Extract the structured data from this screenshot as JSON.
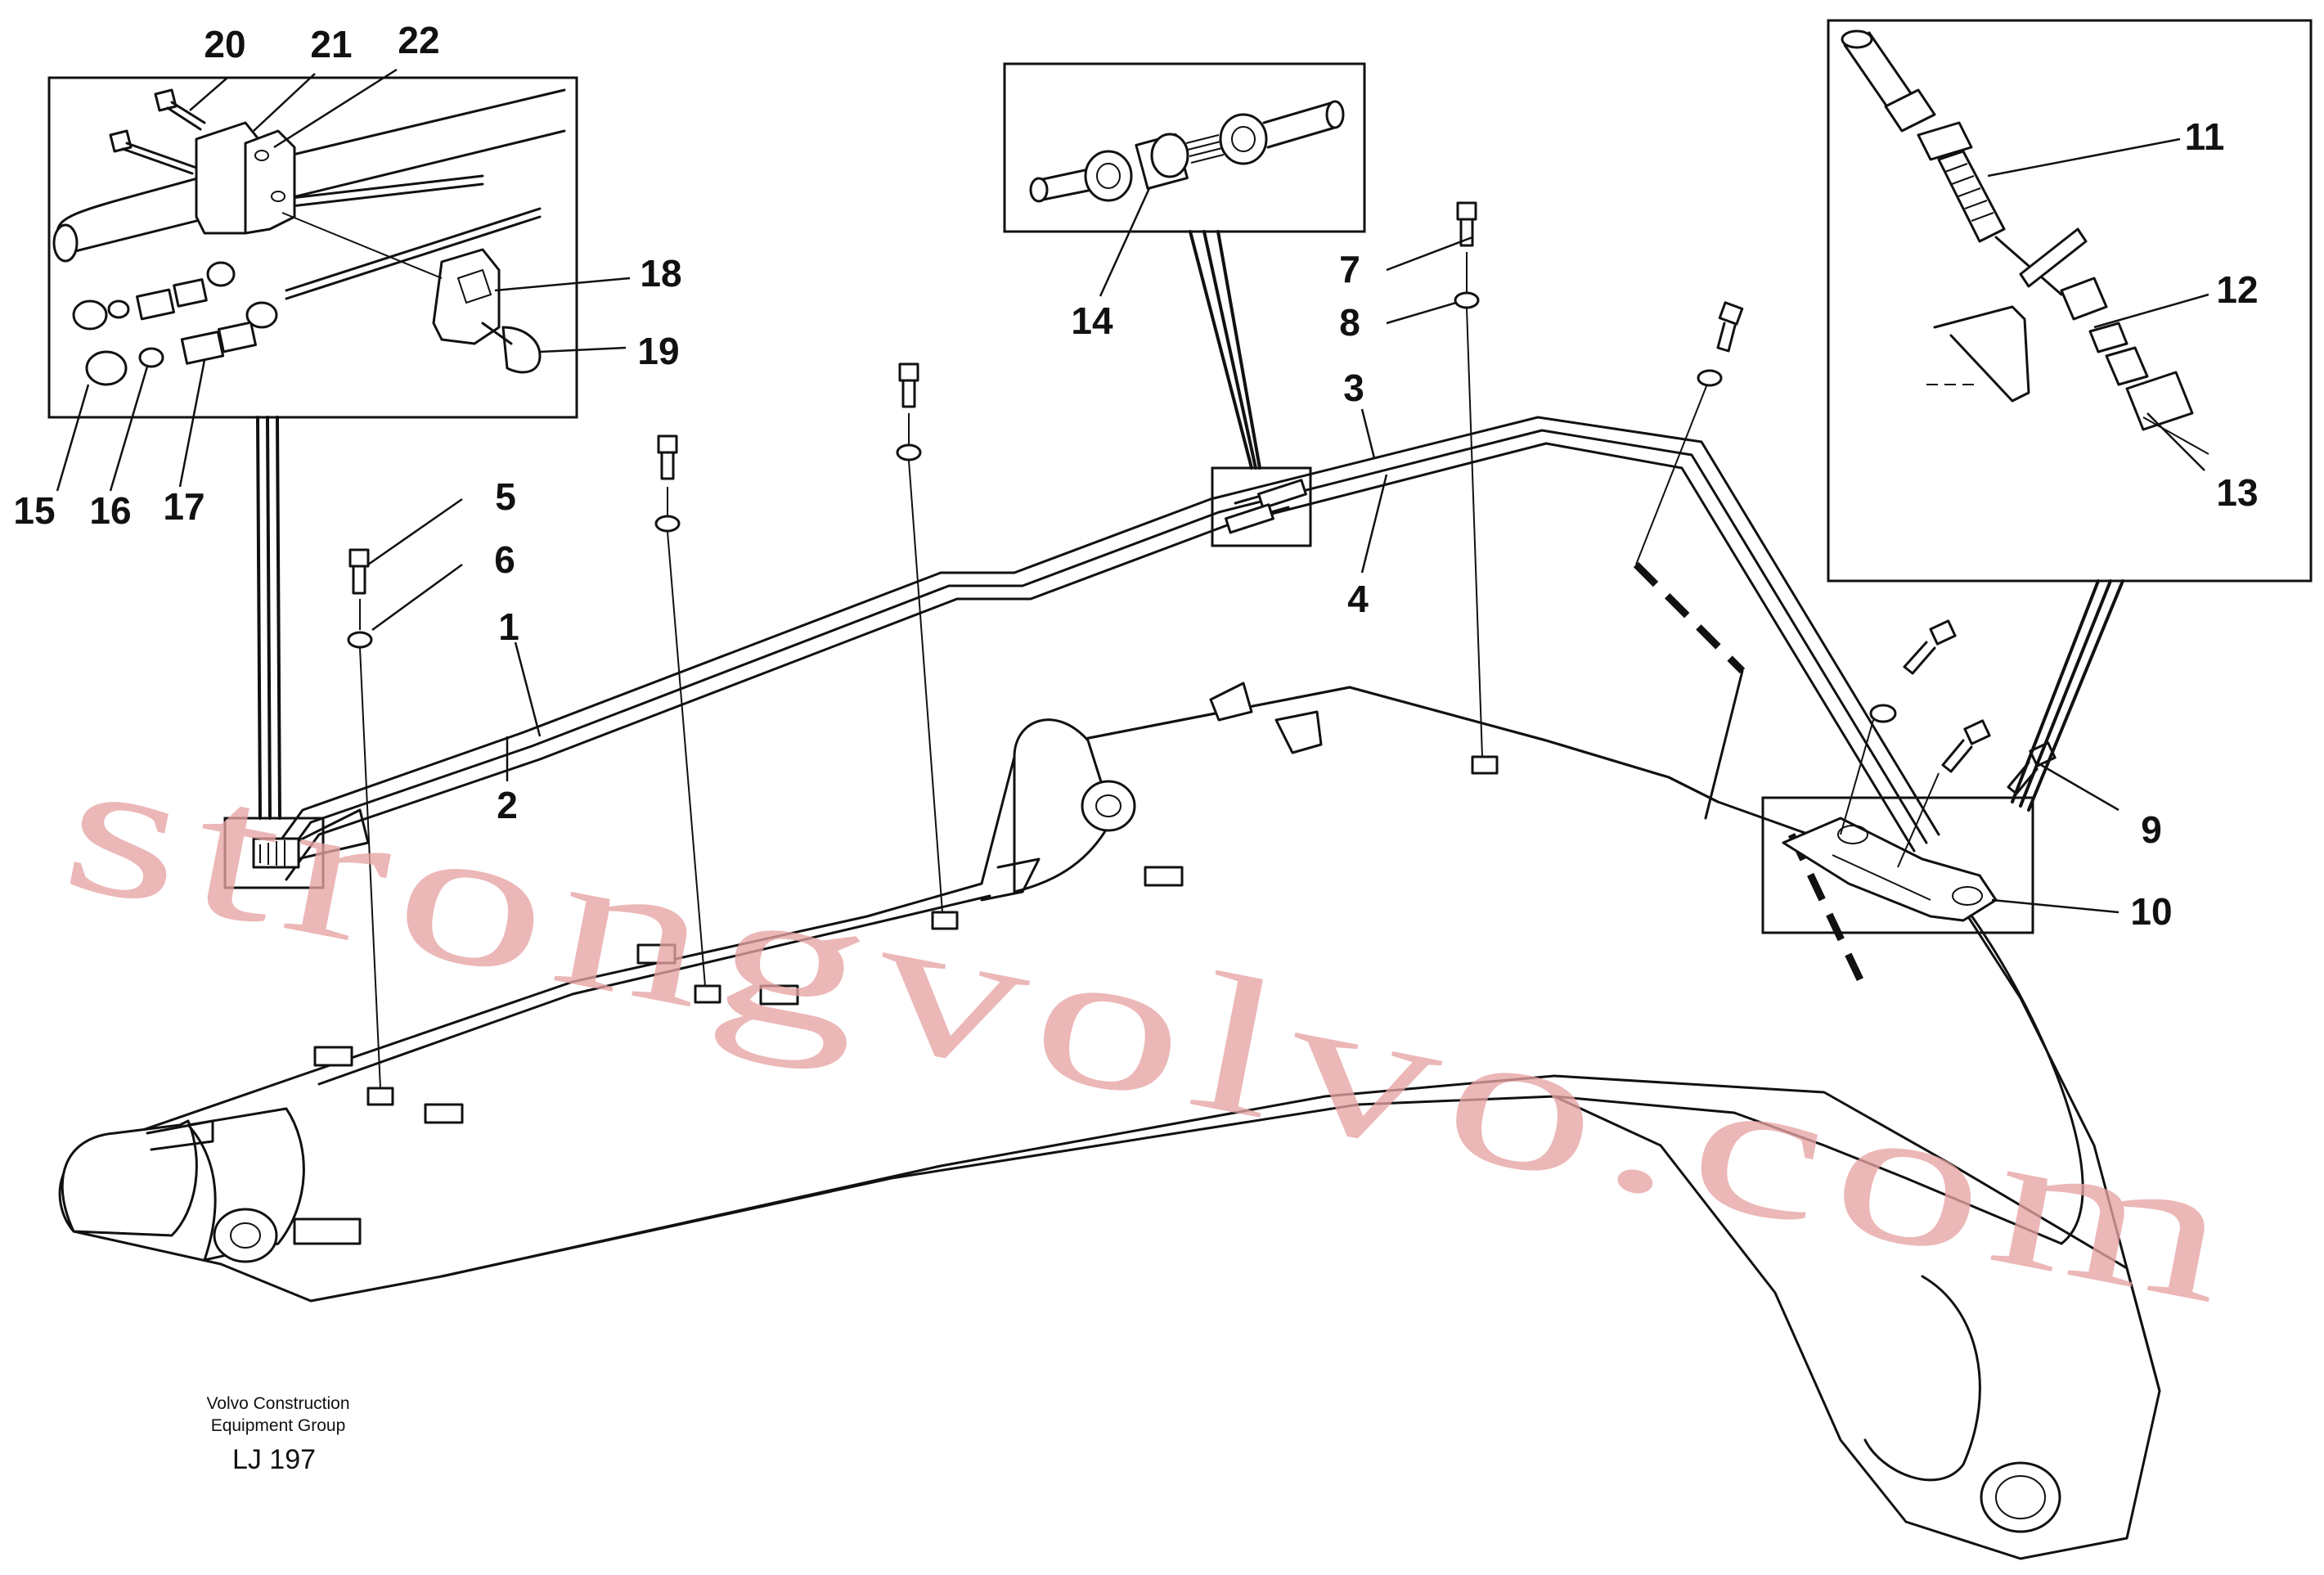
{
  "callouts": {
    "c1": "1",
    "c2": "2",
    "c3": "3",
    "c4": "4",
    "c5": "5",
    "c6": "6",
    "c7": "7",
    "c8": "8",
    "c9": "9",
    "c10": "10",
    "c11": "11",
    "c12": "12",
    "c13": "13",
    "c14": "14",
    "c15": "15",
    "c16": "16",
    "c17": "17",
    "c18": "18",
    "c19": "19",
    "c20": "20",
    "c21": "21",
    "c22": "22"
  },
  "caption": {
    "line1": "Volvo Construction",
    "line2": "Equipment Group",
    "drawing_no": "LJ 197"
  },
  "watermark": "strongvolvo.com",
  "colors": {
    "line": "#111111",
    "watermark": "#e7a3a3",
    "background": "#ffffff"
  }
}
